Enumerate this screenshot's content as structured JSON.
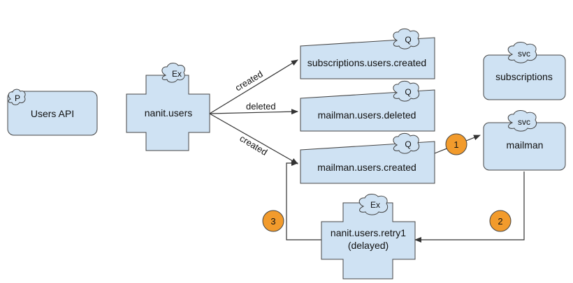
{
  "colors": {
    "node_fill": "#cfe2f3",
    "stroke": "#444444",
    "badge_fill": "#f29b2c",
    "edge": "#333333"
  },
  "nodes": {
    "users_api": {
      "label": "Users API",
      "badge": "P"
    },
    "nanit_users": {
      "label": "nanit.users",
      "badge": "Ex"
    },
    "queue_subscriptions": {
      "label": "subscriptions.users.created",
      "badge": "Q"
    },
    "queue_mailman_deleted": {
      "label": "mailman.users.deleted",
      "badge": "Q"
    },
    "queue_mailman_created": {
      "label": "mailman.users.created",
      "badge": "Q"
    },
    "svc_subscriptions": {
      "label": "subscriptions",
      "badge": "svc"
    },
    "svc_mailman": {
      "label": "mailman",
      "badge": "svc"
    },
    "nanit_retry": {
      "label_line1": "nanit.users.retry1",
      "label_line2": "(delayed)",
      "badge": "Ex"
    }
  },
  "edges": {
    "created_top": "created",
    "deleted": "deleted",
    "created_bottom": "created"
  },
  "steps": [
    "1",
    "2",
    "3"
  ],
  "icons": {
    "cloud": "cloud-icon",
    "step_badge": "numbered-circle-icon"
  }
}
